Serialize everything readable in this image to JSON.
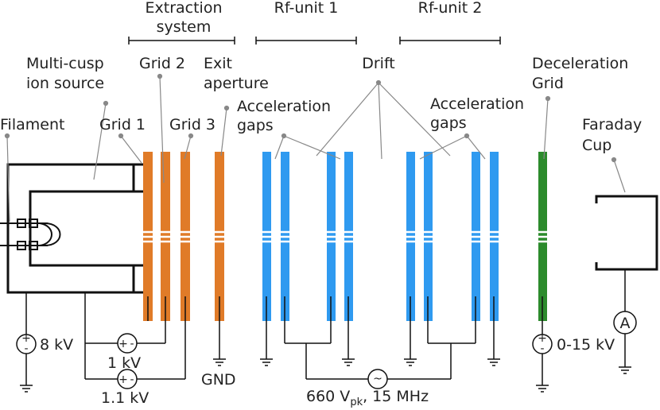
{
  "labels": {
    "filament": "Filament",
    "source_line1": "Multi-cusp",
    "source_line2": "ion source",
    "grid1": "Grid 1",
    "grid2": "Grid 2",
    "grid3": "Grid 3",
    "exit_line1": "Exit",
    "exit_line2": "aperture",
    "extraction_line1": "Extraction",
    "extraction_line2": "system",
    "rf_unit1": "Rf-unit 1",
    "rf_unit2": "Rf-unit 2",
    "drift": "Drift",
    "accel1_line1": "Acceleration",
    "accel1_line2": "gaps",
    "accel2_line1": "Acceleration",
    "accel2_line2": "gaps",
    "decel_line1": "Deceleration",
    "decel_line2": "Grid",
    "faraday_line1": "Faraday",
    "faraday_line2": "Cup",
    "v_source": "8 kV",
    "v_grid2": "1 kV",
    "v_grid3": "1.1 kV",
    "gnd": "GND",
    "rf_voltage_a": "660 V",
    "rf_voltage_sub": "pk",
    "rf_voltage_b": ", 15 MHz",
    "v_decel": "0-15 kV",
    "ammeter": "A",
    "plus": "+",
    "minus": "-",
    "tilde": "~"
  },
  "colors": {
    "extraction_electrode": "#e07b28",
    "rf_electrode": "#2f9af0",
    "decel_electrode": "#2c8b2c",
    "wire": "#111111",
    "pointer": "#888888"
  }
}
